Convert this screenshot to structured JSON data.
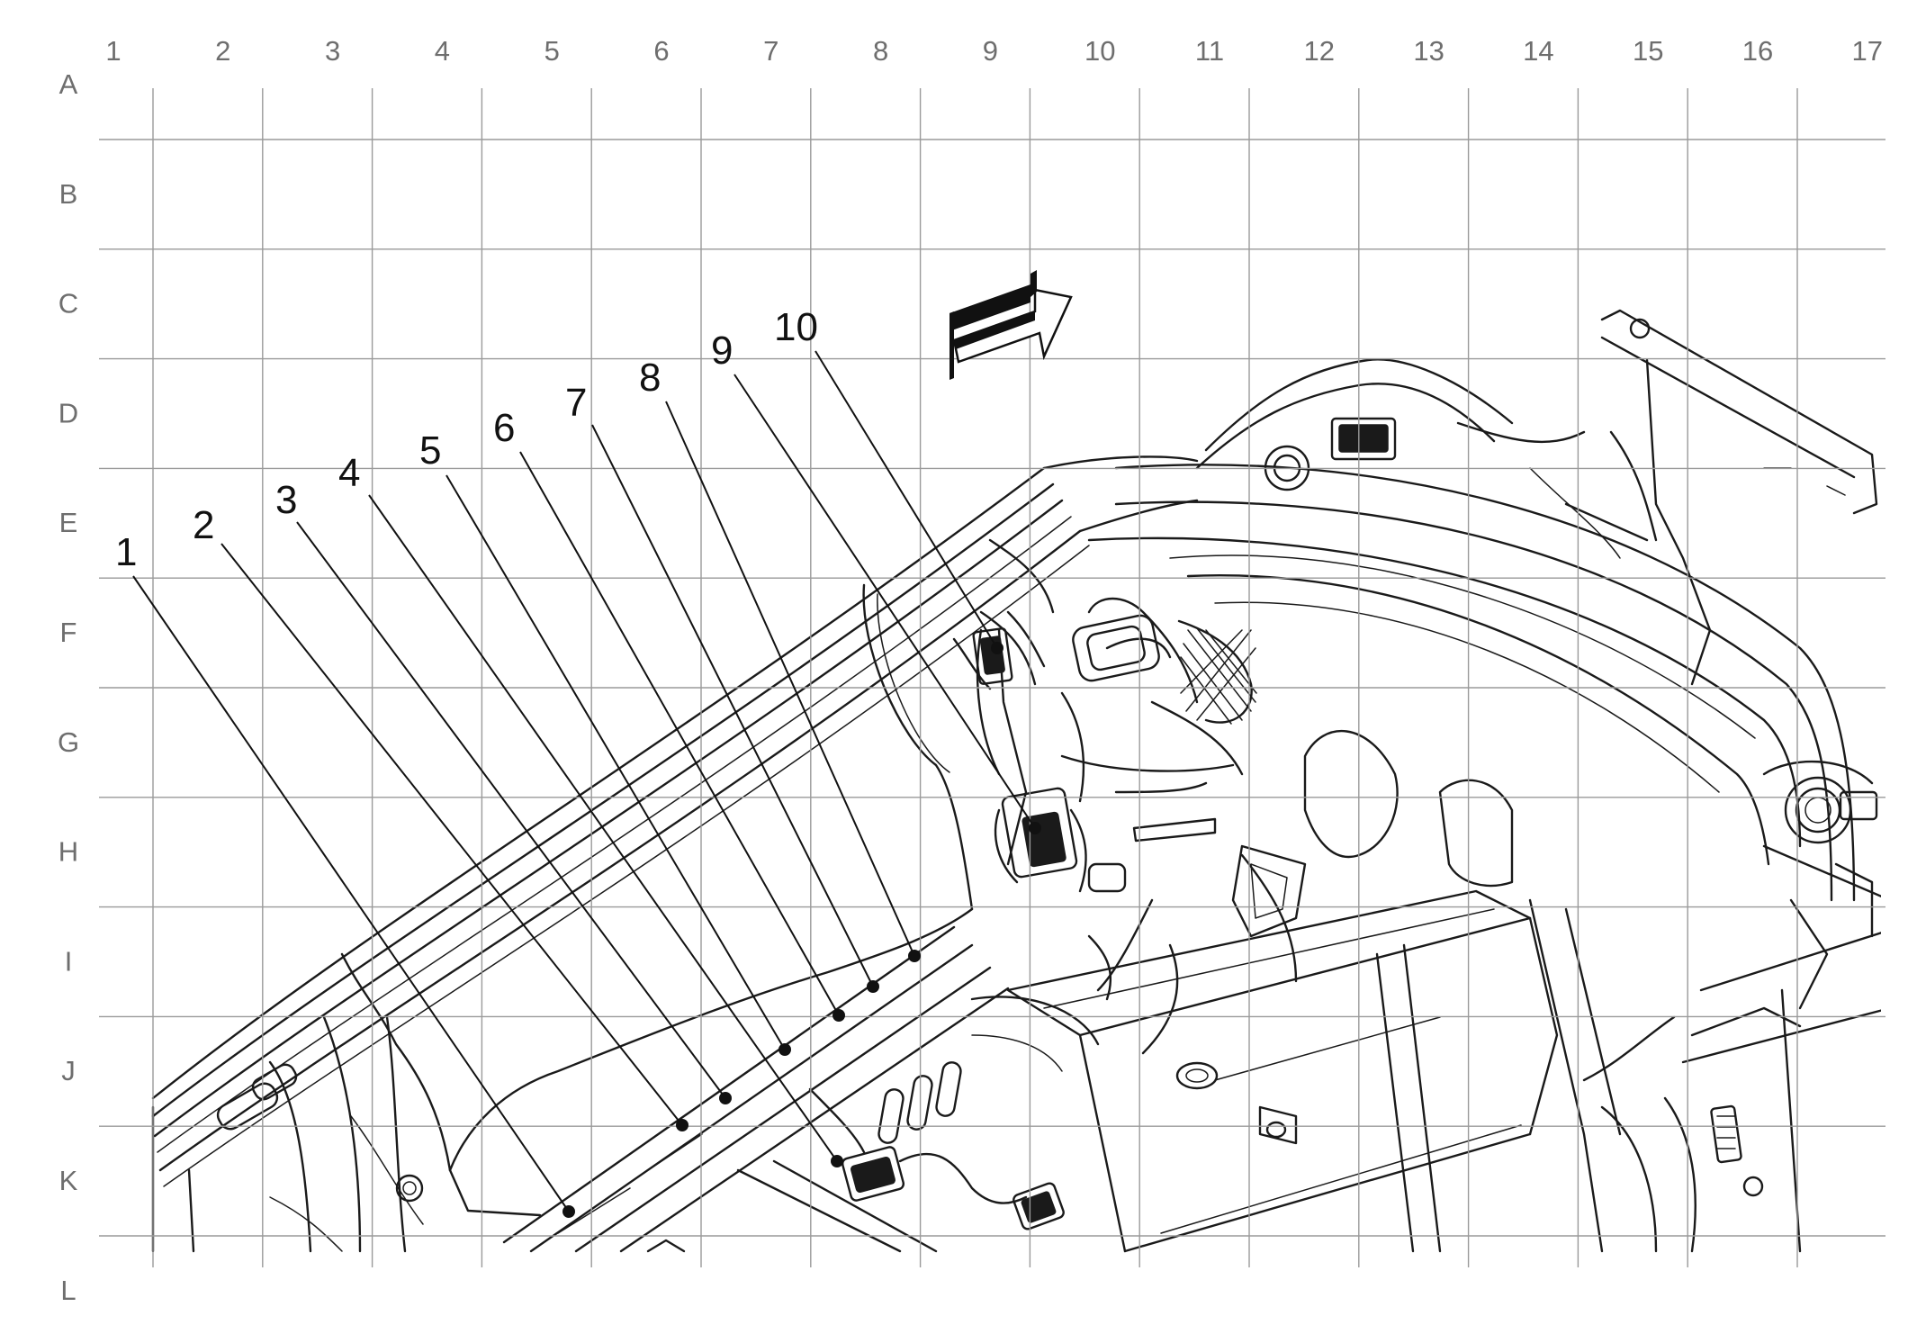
{
  "grid": {
    "columns": [
      "1",
      "2",
      "3",
      "4",
      "5",
      "6",
      "7",
      "8",
      "9",
      "10",
      "11",
      "12",
      "13",
      "14",
      "15",
      "16",
      "17"
    ],
    "rows": [
      "A",
      "B",
      "C",
      "D",
      "E",
      "F",
      "G",
      "H",
      "I",
      "J",
      "K",
      "L"
    ]
  },
  "callouts": [
    {
      "number": "1"
    },
    {
      "number": "2"
    },
    {
      "number": "3"
    },
    {
      "number": "4"
    },
    {
      "number": "5"
    },
    {
      "number": "6"
    },
    {
      "number": "7"
    },
    {
      "number": "8"
    },
    {
      "number": "9"
    },
    {
      "number": "10"
    }
  ],
  "direction_arrow": {
    "icon": "forward-direction-arrow-icon"
  },
  "colors": {
    "line": "#1a1a1a",
    "grid": "#9a9a9a",
    "label": "#6e6e6e"
  }
}
